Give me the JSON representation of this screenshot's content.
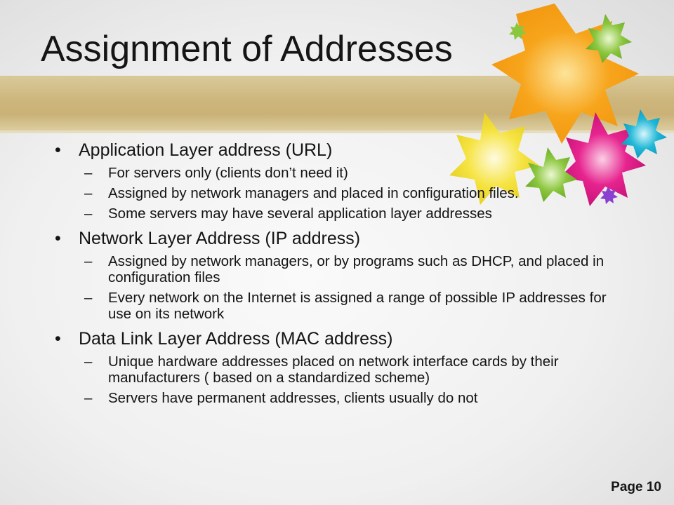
{
  "slide": {
    "title": "Assignment of Addresses",
    "page_label": "Page 10"
  },
  "bullets": [
    {
      "text": "Application Layer address (URL)",
      "subs": [
        "For servers only (clients don’t need it)",
        "Assigned by network managers and placed in configuration files.",
        "Some servers may have several application layer addresses"
      ]
    },
    {
      "text": "Network Layer Address (IP address)",
      "subs": [
        "Assigned by network managers, or by programs such as DHCP, and placed in configuration files",
        "Every network on the Internet is assigned a range of possible IP addresses for use on its network"
      ]
    },
    {
      "text": "Data Link Layer Address (MAC address)",
      "subs": [
        "Unique hardware addresses placed on network interface cards by their manufacturers ( based on a standardized scheme)",
        "Servers have permanent addresses, clients usually do not"
      ]
    }
  ],
  "symbols": {
    "bullet": "•",
    "dash": "–"
  },
  "colors": {
    "band": "#cdb67c",
    "flower_orange": "#f7a51c",
    "flower_yellow": "#f6e33a",
    "flower_pink": "#e7248f",
    "flower_green": "#8cc63f",
    "flower_cyan": "#21b8d8",
    "flower_purple": "#8a3fd0"
  }
}
